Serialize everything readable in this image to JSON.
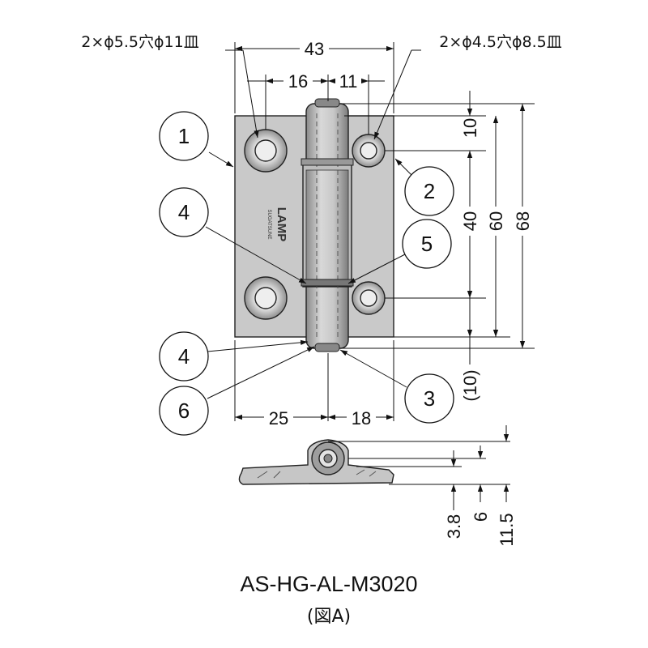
{
  "hole_notes": {
    "left": "2×ϕ5.5穴ϕ11皿",
    "right": "2×ϕ4.5穴ϕ8.5皿"
  },
  "dimensions": {
    "overall_width": "43",
    "left_hole_to_pin": "16",
    "pin_to_right_hole": "11",
    "top_edge_to_hole": "10",
    "hole_pitch": "40",
    "leaf_height": "60",
    "overall_height": "68",
    "bottom_ref": "(10)",
    "left_leaf_width": "25",
    "right_leaf_width": "18",
    "plate_thickness": "3.8",
    "knuckle_center": "6",
    "knuckle_height": "11.5"
  },
  "callouts": [
    "1",
    "2",
    "4",
    "5",
    "4",
    "6",
    "3"
  ],
  "brand": {
    "name": "LAMP",
    "sub": "SUGATSUNE"
  },
  "model": "AS-HG-AL-M3020",
  "figure_label": "(図A)",
  "colors": {
    "plate": "#c6c6c6",
    "plate_dark": "#9a9a9a",
    "line": "#111111"
  }
}
